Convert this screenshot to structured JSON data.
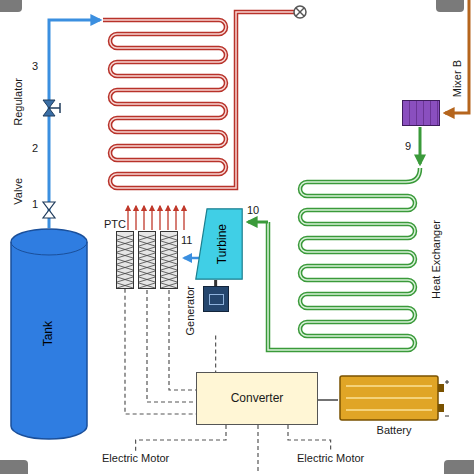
{
  "diagram": {
    "nodes": [
      {
        "text": [
          "Tank"
        ]
      },
      {
        "text": [
          "PTC"
        ]
      },
      {
        "text": [
          "Turbine"
        ]
      },
      {
        "text": [
          "Generator"
        ]
      },
      {
        "text": [
          "Mixer B"
        ]
      },
      {
        "text": [
          "Converter"
        ]
      },
      {
        "text": [
          "Battery"
        ]
      },
      {
        "text": [
          "Electric Motor"
        ]
      },
      {
        "text": [
          "Electric Motor"
        ]
      }
    ],
    "edges": [
      {
        "from": 2,
        "to": 3,
        "arrow": "none"
      },
      {
        "from": 3,
        "to": 5,
        "arrow": "none"
      },
      {
        "from": 1,
        "to": 5,
        "arrow": "none"
      },
      {
        "from": 5,
        "to": 6,
        "arrow": "none"
      },
      {
        "from": 5,
        "to": 7,
        "arrow": "none"
      },
      {
        "from": 5,
        "to": 8,
        "arrow": "none"
      }
    ],
    "labels": [
      "Valve",
      "1",
      "2",
      "Regulator",
      "3",
      "9",
      "10",
      "11",
      "Heat Exchanger"
    ]
  }
}
